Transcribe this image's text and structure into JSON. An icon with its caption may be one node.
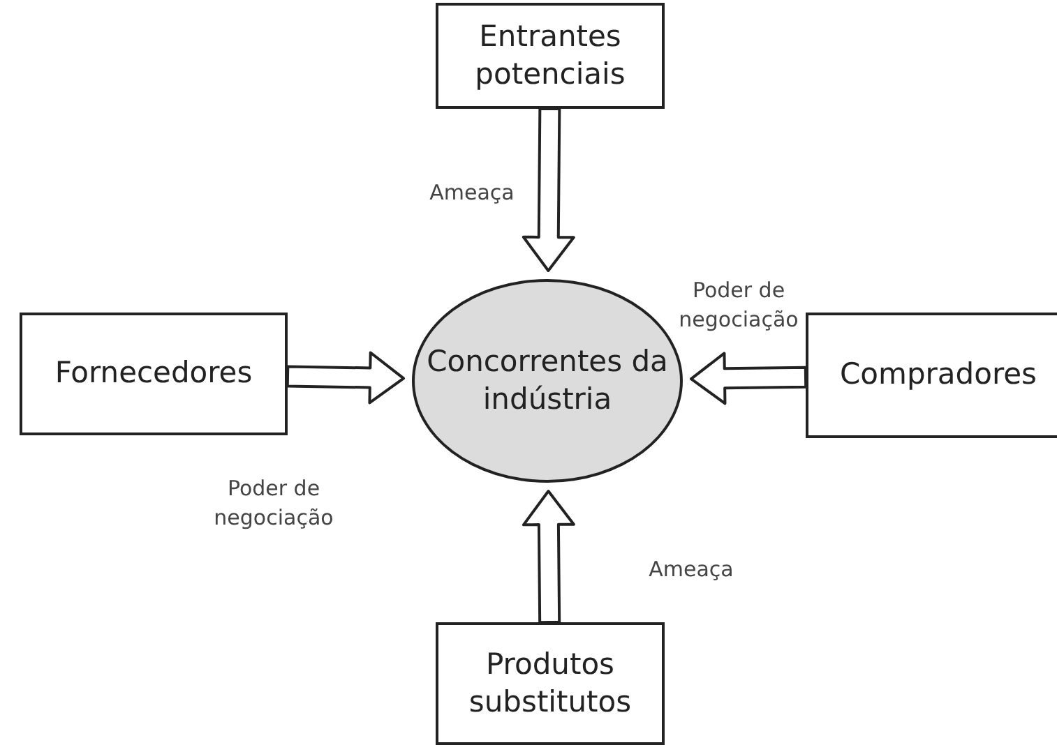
{
  "diagram": {
    "nodes": [
      {
        "text": [
          "Entrantes potenciais"
        ]
      },
      {
        "text": [
          "Fornecedores"
        ]
      },
      {
        "text": [
          "Concorrentes da indústria"
        ]
      },
      {
        "text": [
          "Compradores"
        ]
      },
      {
        "text": [
          "Produtos substitutos"
        ]
      }
    ],
    "edges": [
      {
        "from": 0,
        "to": 2,
        "arrow": "to",
        "label": "Ameaça"
      },
      {
        "from": 3,
        "to": 2,
        "arrow": "to",
        "label": "Poder de negociação"
      },
      {
        "from": 1,
        "to": 2,
        "arrow": "to",
        "label": "Poder de negociação"
      },
      {
        "from": 4,
        "to": 2,
        "arrow": "to",
        "label": "Ameaça"
      }
    ]
  }
}
